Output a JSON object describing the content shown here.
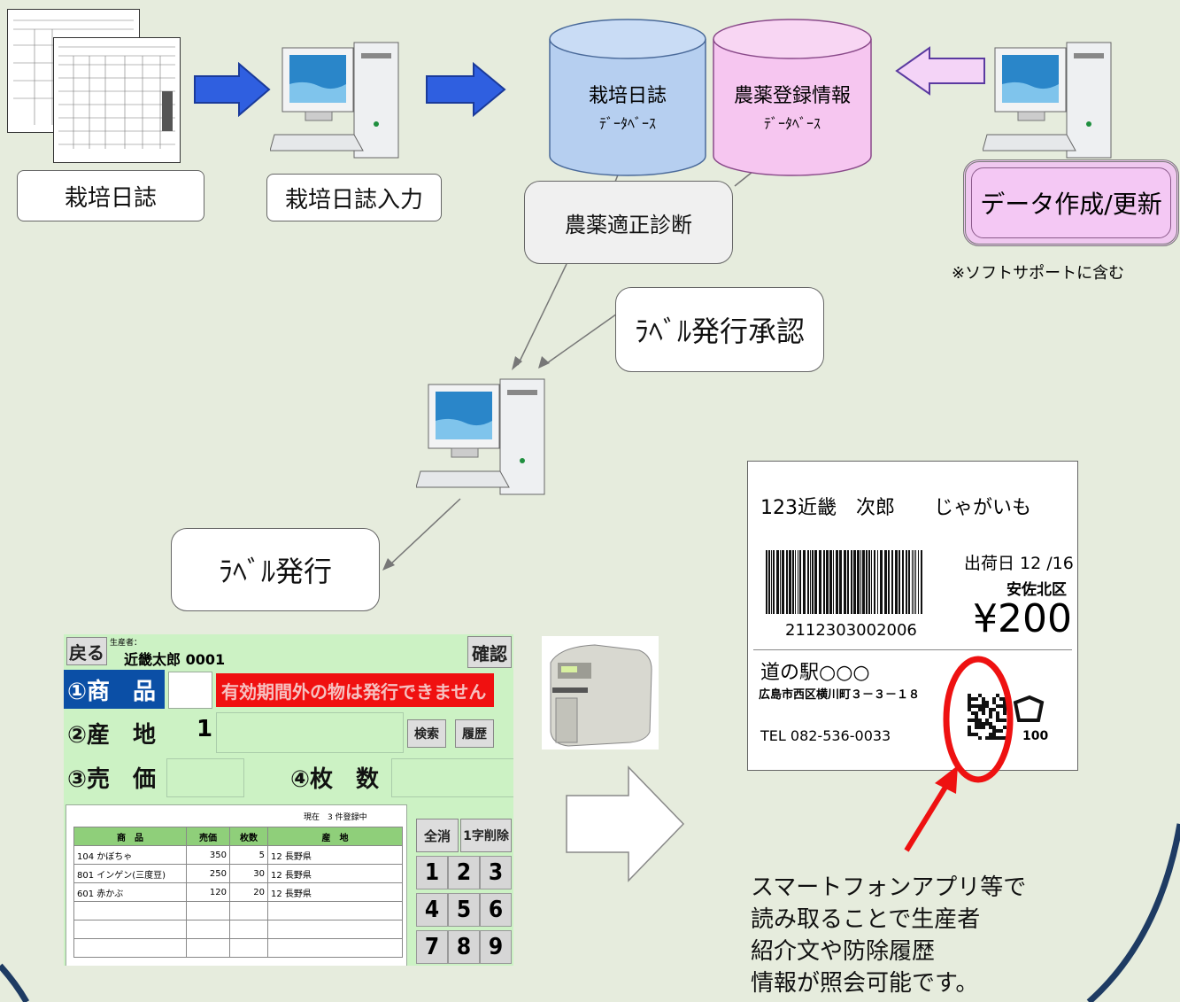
{
  "flow": {
    "diary_label": "栽培日誌",
    "diary_input_label": "栽培日誌入力",
    "db1_line1": "栽培日誌",
    "db1_line2": "ﾃﾞｰﾀﾍﾞｰｽ",
    "db2_line1": "農薬登録情報",
    "db2_line2": "ﾃﾞｰﾀﾍﾞｰｽ",
    "data_update_label": "データ作成/更新",
    "support_note": "※ソフトサポートに含む",
    "diagnosis_label": "農薬適正診断",
    "approval_label": "ﾗﾍﾞﾙ発行承認",
    "issue_label": "ﾗﾍﾞﾙ発行",
    "callout": [
      "スマートフォンアプリ等で",
      "読み取ることで生産者",
      "紹介文や防除履歴",
      "情報が照会可能です。"
    ]
  },
  "colors": {
    "background": "#e6ecdd",
    "arrow_blue": "#2f5fe0",
    "db_blue": "#b6cff0",
    "db_pink": "#f6c6f0",
    "red_circle": "#ee1111"
  },
  "terminal": {
    "back_label": "戻る",
    "producer_caption": "生産者：",
    "producer_name": "近畿太郎 0001",
    "confirm_label": "確認",
    "f1_label": "①商　品",
    "error_message": "有効期間外の物は発行できません",
    "f2_label": "②産　地",
    "f2_value": "1",
    "search_label": "検索",
    "history_label": "履歴",
    "f3_label": "③売　価",
    "f4_label": "④枚　数",
    "status_text": "現在　3 件登録中",
    "clear_all": "全消",
    "delete_char": "1字削除",
    "keys": [
      "1",
      "2",
      "3",
      "4",
      "5",
      "6",
      "7",
      "8",
      "9"
    ],
    "table_headers": [
      "商　品",
      "売価",
      "枚数",
      "産　地"
    ],
    "rows": [
      [
        "104 かぼちゃ",
        "350",
        "5",
        "12 長野県"
      ],
      [
        "801 インゲン(三度豆)",
        "250",
        "30",
        "12 長野県"
      ],
      [
        "601 赤かぶ",
        "120",
        "20",
        "12 長野県"
      ]
    ]
  },
  "label": {
    "producer": "123近畿　次郎　　じゃがいも",
    "ship_date": "出荷日 12 /16",
    "area": "安佐北区",
    "price": "¥200",
    "barcode_number": "2112303002006",
    "shop": "道の駅○○○",
    "address": "広島市西区横川町３－３－１８",
    "tel": "TEL 082-536-0033",
    "small_code": "100"
  }
}
